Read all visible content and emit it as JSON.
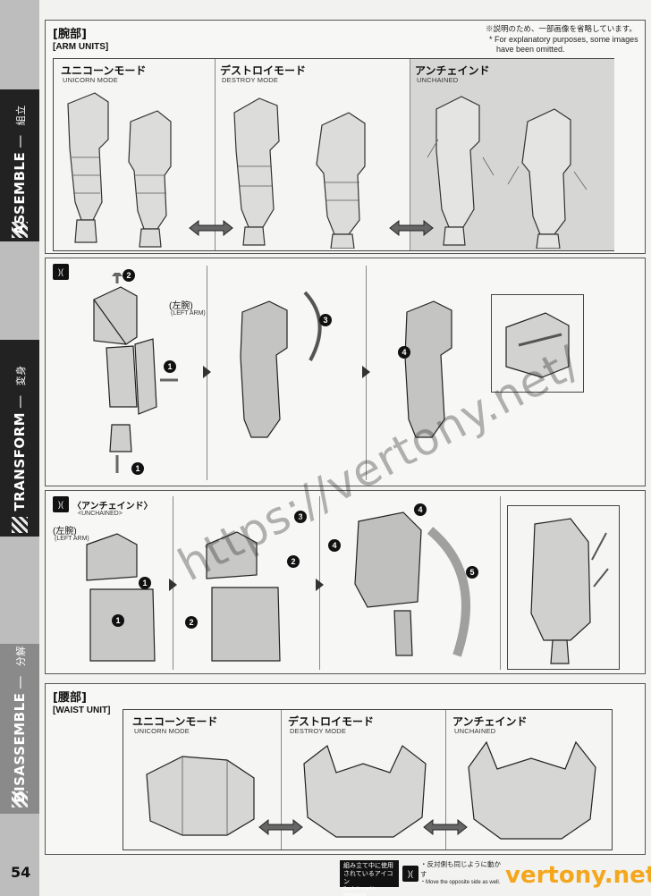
{
  "page_number": "54",
  "side_labels": {
    "assemble": {
      "en": "ASSEMBLE",
      "jp": "組立"
    },
    "transform": {
      "en": "TRANSFORM",
      "jp": "変身"
    },
    "disassemble": {
      "en": "DISASSEMBLE",
      "jp": "分解"
    }
  },
  "arm_section": {
    "title_jp": "[腕部]",
    "title_en": "[ARM UNITS]",
    "note_jp": "※説明のため、一部画像を省略しています。",
    "note_en_1": "* For explanatory purposes, some images",
    "note_en_2": "have been omitted.",
    "modes": [
      {
        "jp": "ユニコーンモード",
        "en": "UNICORN MODE"
      },
      {
        "jp": "デストロイモード",
        "en": "DESTROY MODE"
      },
      {
        "jp": "アンチェインド",
        "en": "UNCHAINED"
      }
    ]
  },
  "transform_step": {
    "left_arm_jp": "(左腕)",
    "left_arm_en": "(LEFT ARM)",
    "steps": [
      "1",
      "2",
      "3",
      "4"
    ]
  },
  "unchained_step": {
    "title_jp": "〈アンチェインド〉",
    "title_en": "<UNCHAINED>",
    "left_arm_jp": "(左腕)",
    "left_arm_en": "(LEFT ARM)",
    "steps": [
      "1",
      "2",
      "3",
      "4",
      "5"
    ]
  },
  "waist_section": {
    "title_jp": "[腰部]",
    "title_en": "[WAIST UNIT]",
    "modes": [
      {
        "jp": "ユニコーンモード",
        "en": "UNICORN MODE"
      },
      {
        "jp": "デストロイモード",
        "en": "DESTROY MODE"
      },
      {
        "jp": "アンチェインド",
        "en": "UNCHAINED"
      }
    ]
  },
  "footer": {
    "icon_legend_jp_1": "組み立て中に使用",
    "icon_legend_jp_2": "されているアイコン",
    "icon_legend_en": "Symbols used in instructions",
    "opposite_jp": "・反対側も同じように動かす",
    "opposite_en": "・Move the opposite side as well.",
    "brand": "vertony.net"
  },
  "watermark": "https://vertony.net/",
  "colors": {
    "accent": "#f4a71d",
    "dark": "#111111",
    "panel_bg": "#f7f7f5",
    "band": "#bdbdbd"
  }
}
